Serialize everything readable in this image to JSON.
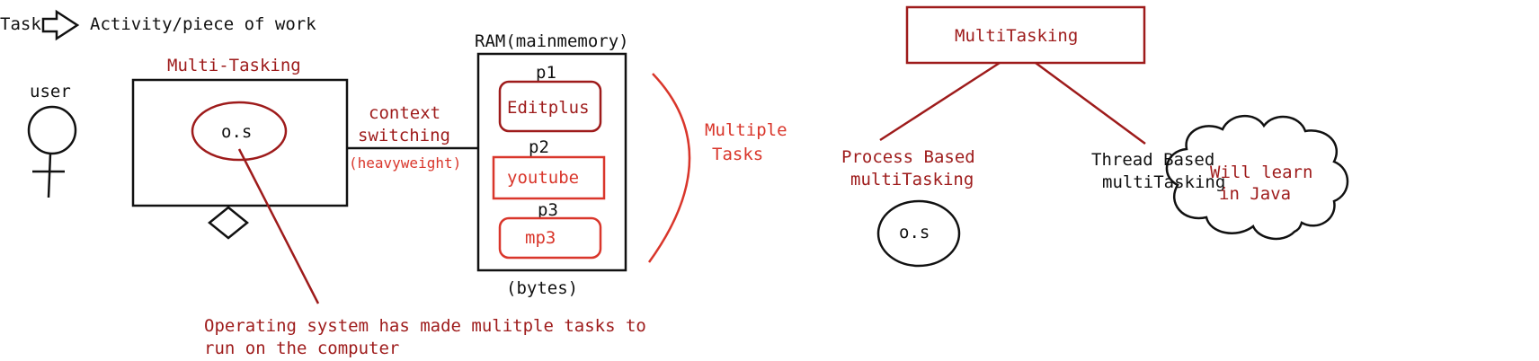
{
  "colors": {
    "black": "#111111",
    "dark_red": "#9e1b1b",
    "red": "#d9362b",
    "background": "#ffffff"
  },
  "header": {
    "task_word": "Task",
    "task_definition": "Activity/piece of work"
  },
  "left": {
    "user_label": "user",
    "multitasking_title": "Multi-Tasking",
    "os_label": "o.s",
    "context_line1": "context",
    "context_line2": "switching",
    "heavyweight_note": "(heavyweight)",
    "note_line1": "Operating system has made mulitple tasks to",
    "note_line2": "run on the computer"
  },
  "ram": {
    "title": "RAM(mainmemory)",
    "bytes_label": "(bytes)",
    "processes": [
      {
        "id": "p1",
        "name": "Editplus"
      },
      {
        "id": "p2",
        "name": "youtube"
      },
      {
        "id": "p3",
        "name": "mp3"
      }
    ],
    "multiple_tasks_line1": "Multiple",
    "multiple_tasks_line2": "Tasks"
  },
  "right": {
    "root_label": "MultiTasking",
    "process_line1": "Process Based",
    "process_line2": "multiTasking",
    "process_os_label": "o.s",
    "thread_line1": "Thread Based",
    "thread_line2": "multiTasking",
    "cloud_line1": "Will learn",
    "cloud_line2": "in Java"
  }
}
